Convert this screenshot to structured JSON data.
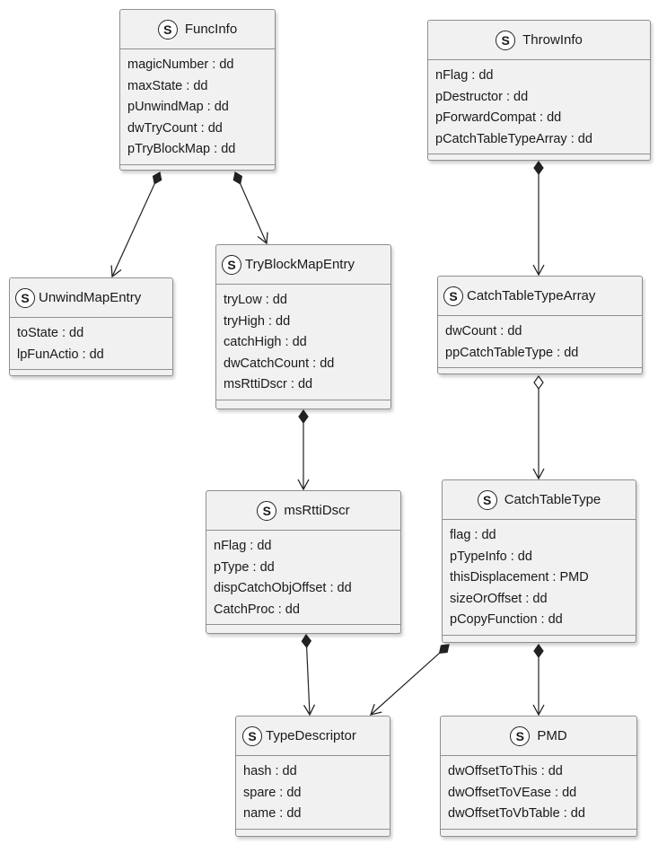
{
  "classes": {
    "funcinfo": {
      "stereotype": "S",
      "name": "FuncInfo",
      "fields": [
        "magicNumber : dd",
        "maxState : dd",
        "pUnwindMap : dd",
        "dwTryCount : dd",
        "pTryBlockMap : dd"
      ]
    },
    "throwinfo": {
      "stereotype": "S",
      "name": "ThrowInfo",
      "fields": [
        "nFlag : dd",
        "pDestructor : dd",
        "pForwardCompat : dd",
        "pCatchTableTypeArray : dd"
      ]
    },
    "unwindmapentry": {
      "stereotype": "S",
      "name": "UnwindMapEntry",
      "fields": [
        "toState : dd",
        "lpFunActio : dd"
      ]
    },
    "tryblockmapentry": {
      "stereotype": "S",
      "name": "TryBlockMapEntry",
      "fields": [
        "tryLow : dd",
        "tryHigh : dd",
        "catchHigh : dd",
        "dwCatchCount : dd",
        "msRttiDscr : dd"
      ]
    },
    "catchtabletypearray": {
      "stereotype": "S",
      "name": "CatchTableTypeArray",
      "fields": [
        "dwCount : dd",
        "ppCatchTableType : dd"
      ]
    },
    "msrttidscr": {
      "stereotype": "S",
      "name": "msRttiDscr",
      "fields": [
        "nFlag : dd",
        "pType : dd",
        "dispCatchObjOffset : dd",
        "CatchProc : dd"
      ]
    },
    "catchtabletype": {
      "stereotype": "S",
      "name": "CatchTableType",
      "fields": [
        "flag : dd",
        "pTypeInfo : dd",
        "thisDisplacement : PMD",
        "sizeOrOffset : dd",
        "pCopyFunction : dd"
      ]
    },
    "typedescriptor": {
      "stereotype": "S",
      "name": "TypeDescriptor",
      "fields": [
        "hash : dd",
        "spare : dd",
        "name : dd"
      ]
    },
    "pmd": {
      "stereotype": "S",
      "name": "PMD",
      "fields": [
        "dwOffsetToThis : dd",
        "dwOffsetToVEase : dd",
        "dwOffsetToVbTable : dd"
      ]
    }
  },
  "relations": [
    {
      "from": "funcinfo",
      "to": "unwindmapentry",
      "kind": "composition"
    },
    {
      "from": "funcinfo",
      "to": "tryblockmapentry",
      "kind": "composition"
    },
    {
      "from": "throwinfo",
      "to": "catchtabletypearray",
      "kind": "composition"
    },
    {
      "from": "tryblockmapentry",
      "to": "msrttidscr",
      "kind": "composition"
    },
    {
      "from": "catchtabletypearray",
      "to": "catchtabletype",
      "kind": "aggregation"
    },
    {
      "from": "msrttidscr",
      "to": "typedescriptor",
      "kind": "composition"
    },
    {
      "from": "catchtabletype",
      "to": "typedescriptor",
      "kind": "composition"
    },
    {
      "from": "catchtabletype",
      "to": "pmd",
      "kind": "composition"
    }
  ],
  "colors": {
    "box_fill": "#f1f1f1",
    "box_border": "#8f8f8f",
    "line": "#222222"
  }
}
